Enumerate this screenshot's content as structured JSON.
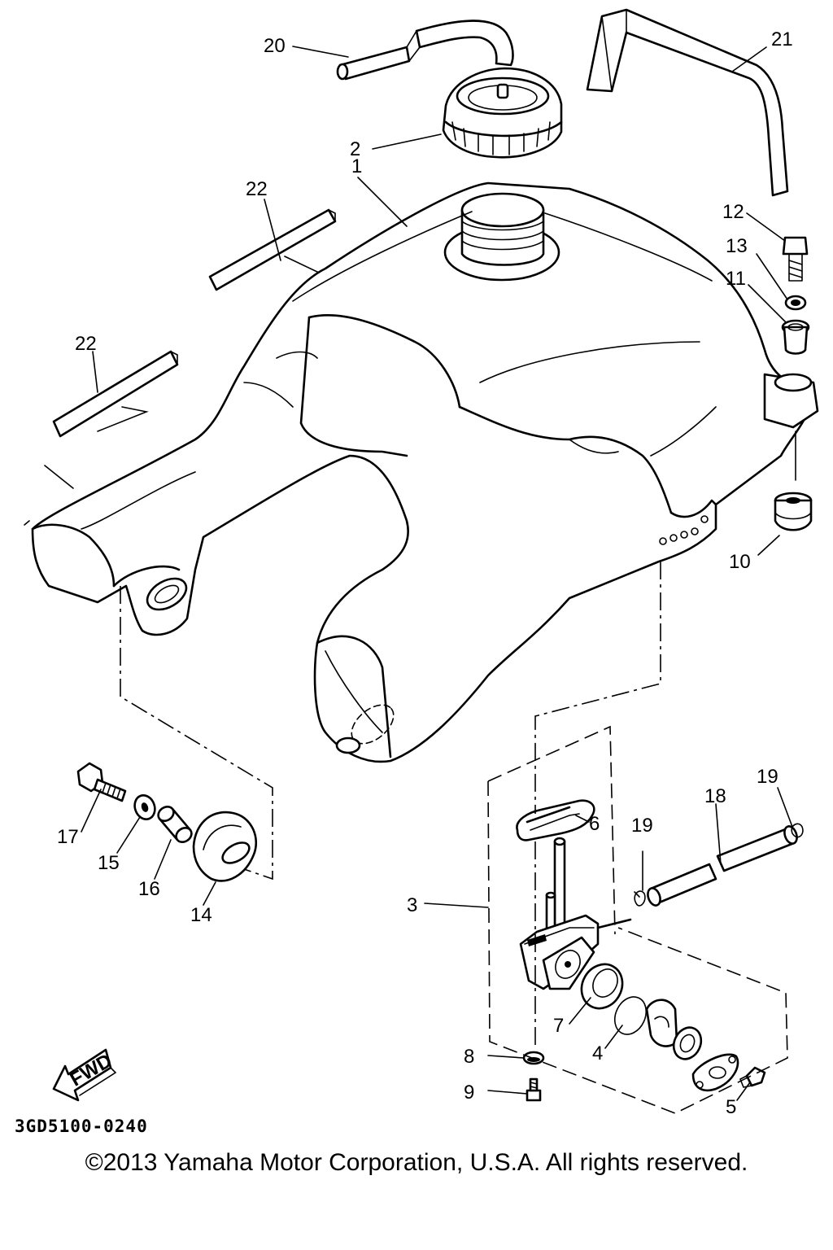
{
  "diagram": {
    "part_code": "3GD5100-0240",
    "copyright": "©2013 Yamaha Motor Corporation, U.S.A. All rights reserved.",
    "fwd_label": "FWD",
    "callouts": {
      "c1": "1",
      "c2": "2",
      "c3": "3",
      "c4": "4",
      "c5": "5",
      "c6": "6",
      "c7": "7",
      "c8": "8",
      "c9": "9",
      "c10": "10",
      "c11": "11",
      "c12": "12",
      "c13": "13",
      "c14": "14",
      "c15": "15",
      "c16": "16",
      "c17": "17",
      "c18": "18",
      "c19a": "19",
      "c19b": "19",
      "c20": "20",
      "c21": "21",
      "c22a": "22",
      "c22b": "22"
    }
  }
}
